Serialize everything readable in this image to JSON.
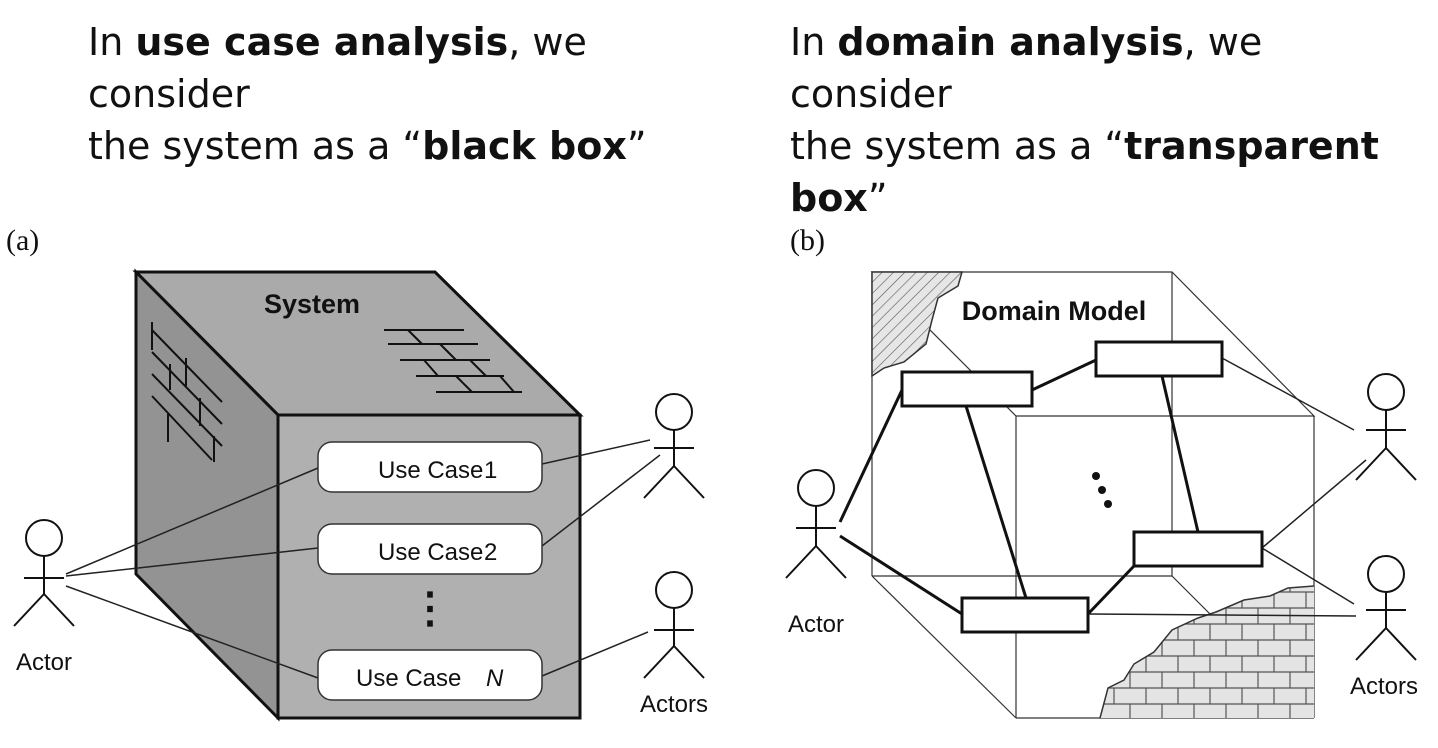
{
  "left_heading": {
    "line1_pre": "In ",
    "line1_bold": "use case analysis",
    "line1_post": ", we consider",
    "line2_pre": "the system as a “",
    "line2_bold": "black box",
    "line2_post": "”"
  },
  "right_heading": {
    "line1_pre": "In ",
    "line1_bold": "domain analysis",
    "line1_post": ", we consider",
    "line2_pre": "the system as a “",
    "line2_bold": "transparent",
    "line3_bold": "box",
    "line3_post": "”"
  },
  "panel_a": {
    "tag": "(a)",
    "box_title": "System",
    "use_case_prefix": "Use Case",
    "use_cases": [
      "1",
      "2",
      "N"
    ],
    "ellipsis": "⋮",
    "actor_label": "Actor",
    "actors_label": "Actors"
  },
  "panel_b": {
    "tag": "(b)",
    "box_title": "Domain Model",
    "actor_label": "Actor",
    "actors_label": "Actors"
  }
}
